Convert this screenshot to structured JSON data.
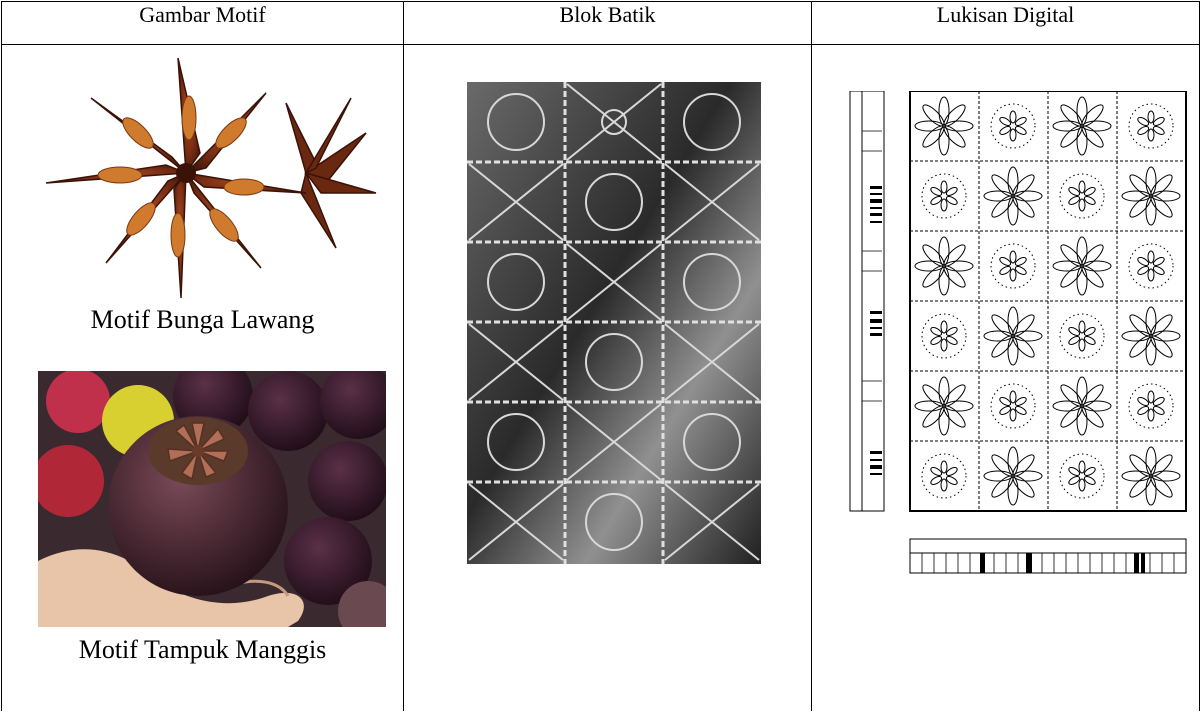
{
  "table": {
    "headers": [
      "Gambar Motif",
      "Blok Batik",
      "Lukisan Digital"
    ]
  },
  "col1": {
    "caption_top": "Motif Bunga Lawang",
    "caption_bottom": "Motif Tampuk Manggis",
    "image_top": "star-anise-photo",
    "image_bottom": "mangosteen-photo"
  },
  "col2": {
    "image": "batik-block-photo"
  },
  "col3": {
    "image": "digital-motif-drawing"
  },
  "colors": {
    "border": "#000000",
    "anise_dark": "#5a2412",
    "anise_mid": "#8a3a1a",
    "seed": "#c4641f",
    "mangosteen": "#4a2a34",
    "calyx": "#9a5a44"
  }
}
